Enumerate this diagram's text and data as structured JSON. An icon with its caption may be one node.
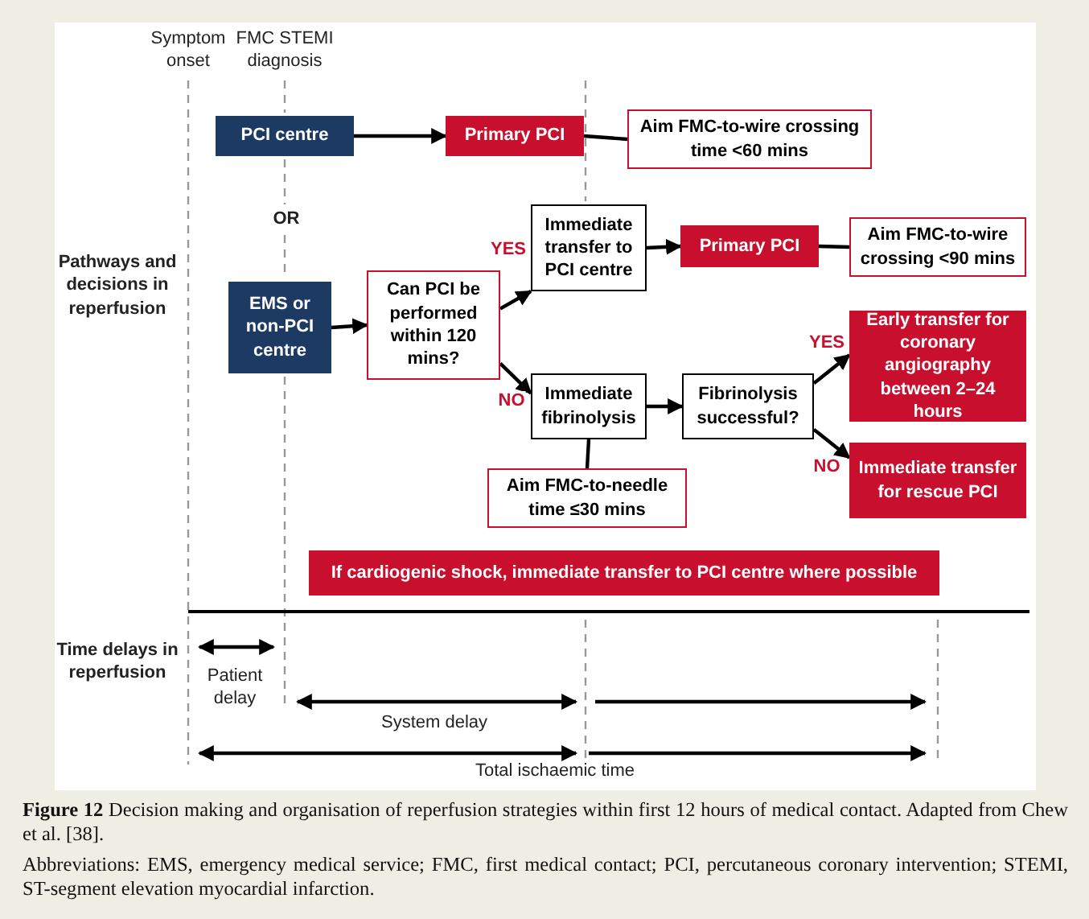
{
  "diagram": {
    "caption": "**Figure 12**  Decision making and organisation of reperfusion strategies within first 12 hours of medical contact. Adapted from Chew et al. [38].",
    "nodes": [
      {
        "text": [
          "PCI centre"
        ]
      },
      {
        "text": [
          "Primary PCI"
        ]
      },
      {
        "text": [
          "Aim FMC-to-wire crossing time <60 mins"
        ]
      },
      {
        "text": [
          "EMS or non-PCI centre"
        ]
      },
      {
        "text": [
          "Can PCI be performed within 120 mins?"
        ]
      },
      {
        "text": [
          "Immediate transfer to PCI centre"
        ]
      },
      {
        "text": [
          "Primary PCI"
        ]
      },
      {
        "text": [
          "Aim FMC-to-wire crossing <90 mins"
        ]
      },
      {
        "text": [
          "Immediate fibrinolysis"
        ]
      },
      {
        "text": [
          "Fibrinolysis successful?"
        ]
      },
      {
        "text": [
          "Aim FMC-to-needle time ≤30 mins"
        ]
      },
      {
        "text": [
          "Early transfer for coronary angiography between 2–24 hours"
        ]
      },
      {
        "text": [
          "Immediate transfer for rescue PCI"
        ]
      },
      {
        "text": [
          "If cardiogenic shock, immediate transfer to PCI centre where possible"
        ]
      }
    ],
    "edges": [
      {
        "from": 0,
        "to": 1,
        "arrow": "to"
      },
      {
        "from": 1,
        "to": 2,
        "arrow": "none"
      },
      {
        "from": 3,
        "to": 4,
        "arrow": "to"
      },
      {
        "from": 4,
        "to": 5,
        "arrow": "to",
        "label": "YES"
      },
      {
        "from": 4,
        "to": 8,
        "arrow": "to",
        "label": "NO"
      },
      {
        "from": 5,
        "to": 6,
        "arrow": "to"
      },
      {
        "from": 6,
        "to": 7,
        "arrow": "none"
      },
      {
        "from": 8,
        "to": 9,
        "arrow": "to"
      },
      {
        "from": 8,
        "to": 10,
        "arrow": "none"
      },
      {
        "from": 9,
        "to": 11,
        "arrow": "to",
        "label": "YES"
      },
      {
        "from": 9,
        "to": 12,
        "arrow": "to",
        "label": "NO"
      }
    ],
    "labels": [
      "Symptom onset",
      "FMC STEMI diagnosis",
      "OR",
      "Pathways and decisions in reperfusion",
      "Time delays in reperfusion",
      "Patient delay",
      "System delay",
      "Total ischaemic time",
      "Abbreviations: EMS, emergency medical service; FMC, first medical contact; PCI, percutaneous coronary intervention; STEMI, ST-segment elevation myocardial infarction."
    ]
  }
}
